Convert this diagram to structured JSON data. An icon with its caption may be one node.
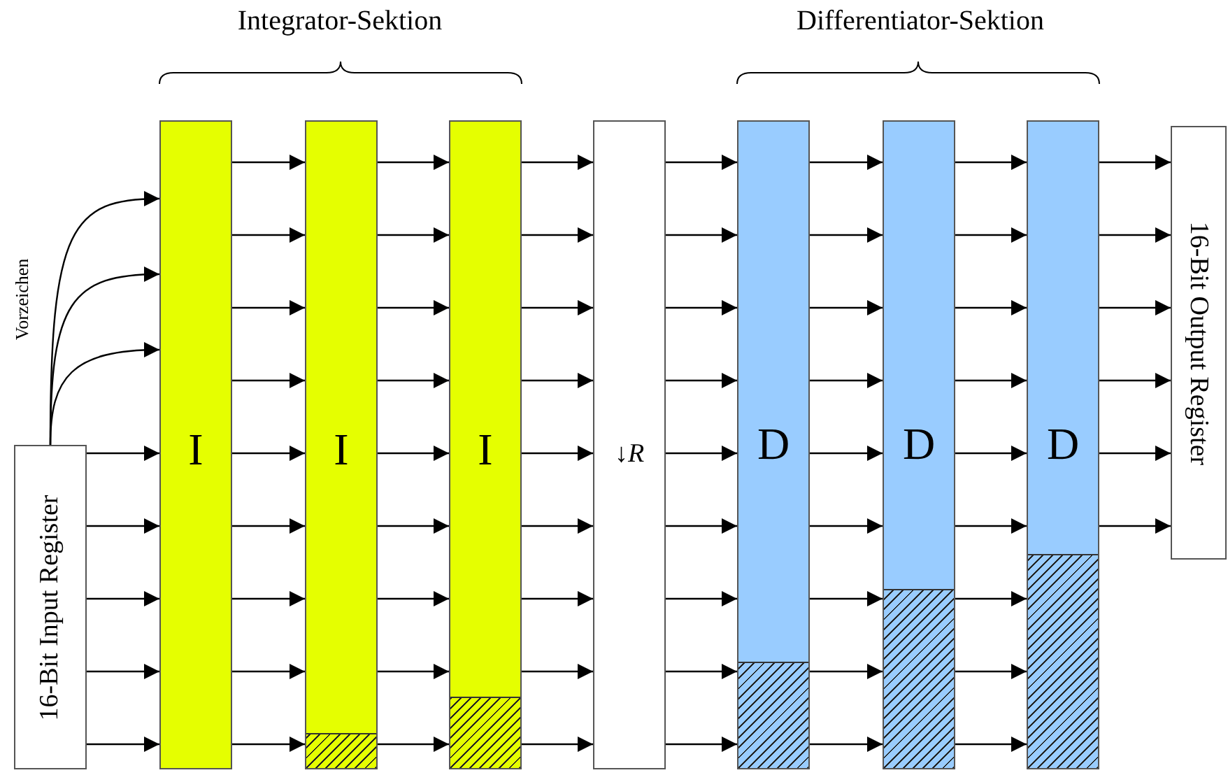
{
  "diagram": {
    "nodes": [
      {
        "text": [
          "16-Bit Input Register"
        ]
      },
      {
        "text": [
          "I"
        ]
      },
      {
        "text": [
          "I"
        ]
      },
      {
        "text": [
          "I"
        ]
      },
      {
        "text": [
          "↓*R*"
        ]
      },
      {
        "text": [
          "D"
        ]
      },
      {
        "text": [
          "D"
        ]
      },
      {
        "text": [
          "D"
        ]
      },
      {
        "text": [
          "16-Bit Output Register"
        ]
      }
    ],
    "edges": [
      {
        "from": 0,
        "to": 1,
        "arrow": "to"
      },
      {
        "from": 0,
        "to": 1,
        "arrow": "to"
      },
      {
        "from": 0,
        "to": 1,
        "arrow": "to"
      },
      {
        "from": 0,
        "to": 1,
        "arrow": "to"
      },
      {
        "from": 0,
        "to": 1,
        "arrow": "to"
      },
      {
        "from": 0,
        "to": 1,
        "arrow": "to"
      },
      {
        "from": 0,
        "to": 1,
        "arrow": "to"
      },
      {
        "from": 0,
        "to": 1,
        "arrow": "to"
      },
      {
        "from": 1,
        "to": 2,
        "arrow": "to"
      },
      {
        "from": 1,
        "to": 2,
        "arrow": "to"
      },
      {
        "from": 1,
        "to": 2,
        "arrow": "to"
      },
      {
        "from": 1,
        "to": 2,
        "arrow": "to"
      },
      {
        "from": 1,
        "to": 2,
        "arrow": "to"
      },
      {
        "from": 1,
        "to": 2,
        "arrow": "to"
      },
      {
        "from": 1,
        "to": 2,
        "arrow": "to"
      },
      {
        "from": 1,
        "to": 2,
        "arrow": "to"
      },
      {
        "from": 1,
        "to": 2,
        "arrow": "to"
      },
      {
        "from": 2,
        "to": 3,
        "arrow": "to"
      },
      {
        "from": 2,
        "to": 3,
        "arrow": "to"
      },
      {
        "from": 2,
        "to": 3,
        "arrow": "to"
      },
      {
        "from": 2,
        "to": 3,
        "arrow": "to"
      },
      {
        "from": 2,
        "to": 3,
        "arrow": "to"
      },
      {
        "from": 2,
        "to": 3,
        "arrow": "to"
      },
      {
        "from": 2,
        "to": 3,
        "arrow": "to"
      },
      {
        "from": 2,
        "to": 3,
        "arrow": "to"
      },
      {
        "from": 2,
        "to": 3,
        "arrow": "to"
      },
      {
        "from": 3,
        "to": 4,
        "arrow": "to"
      },
      {
        "from": 3,
        "to": 4,
        "arrow": "to"
      },
      {
        "from": 3,
        "to": 4,
        "arrow": "to"
      },
      {
        "from": 3,
        "to": 4,
        "arrow": "to"
      },
      {
        "from": 3,
        "to": 4,
        "arrow": "to"
      },
      {
        "from": 3,
        "to": 4,
        "arrow": "to"
      },
      {
        "from": 3,
        "to": 4,
        "arrow": "to"
      },
      {
        "from": 3,
        "to": 4,
        "arrow": "to"
      },
      {
        "from": 3,
        "to": 4,
        "arrow": "to"
      },
      {
        "from": 4,
        "to": 5,
        "arrow": "to"
      },
      {
        "from": 4,
        "to": 5,
        "arrow": "to"
      },
      {
        "from": 4,
        "to": 5,
        "arrow": "to"
      },
      {
        "from": 4,
        "to": 5,
        "arrow": "to"
      },
      {
        "from": 4,
        "to": 5,
        "arrow": "to"
      },
      {
        "from": 4,
        "to": 5,
        "arrow": "to"
      },
      {
        "from": 4,
        "to": 5,
        "arrow": "to"
      },
      {
        "from": 4,
        "to": 5,
        "arrow": "to"
      },
      {
        "from": 4,
        "to": 5,
        "arrow": "to"
      },
      {
        "from": 5,
        "to": 6,
        "arrow": "to"
      },
      {
        "from": 5,
        "to": 6,
        "arrow": "to"
      },
      {
        "from": 5,
        "to": 6,
        "arrow": "to"
      },
      {
        "from": 5,
        "to": 6,
        "arrow": "to"
      },
      {
        "from": 5,
        "to": 6,
        "arrow": "to"
      },
      {
        "from": 5,
        "to": 6,
        "arrow": "to"
      },
      {
        "from": 5,
        "to": 6,
        "arrow": "to"
      },
      {
        "from": 5,
        "to": 6,
        "arrow": "to"
      },
      {
        "from": 5,
        "to": 6,
        "arrow": "to"
      },
      {
        "from": 6,
        "to": 7,
        "arrow": "to"
      },
      {
        "from": 6,
        "to": 7,
        "arrow": "to"
      },
      {
        "from": 6,
        "to": 7,
        "arrow": "to"
      },
      {
        "from": 6,
        "to": 7,
        "arrow": "to"
      },
      {
        "from": 6,
        "to": 7,
        "arrow": "to"
      },
      {
        "from": 6,
        "to": 7,
        "arrow": "to"
      },
      {
        "from": 6,
        "to": 7,
        "arrow": "to"
      },
      {
        "from": 6,
        "to": 7,
        "arrow": "to"
      },
      {
        "from": 6,
        "to": 7,
        "arrow": "to"
      },
      {
        "from": 7,
        "to": 8,
        "arrow": "to"
      },
      {
        "from": 7,
        "to": 8,
        "arrow": "to"
      },
      {
        "from": 7,
        "to": 8,
        "arrow": "to"
      },
      {
        "from": 7,
        "to": 8,
        "arrow": "to"
      },
      {
        "from": 7,
        "to": 8,
        "arrow": "to"
      },
      {
        "from": 7,
        "to": 8,
        "arrow": "to"
      }
    ],
    "labels": [
      "Integrator-Sektion",
      "Differentiator-Sektion",
      "Vorzeichen"
    ]
  }
}
